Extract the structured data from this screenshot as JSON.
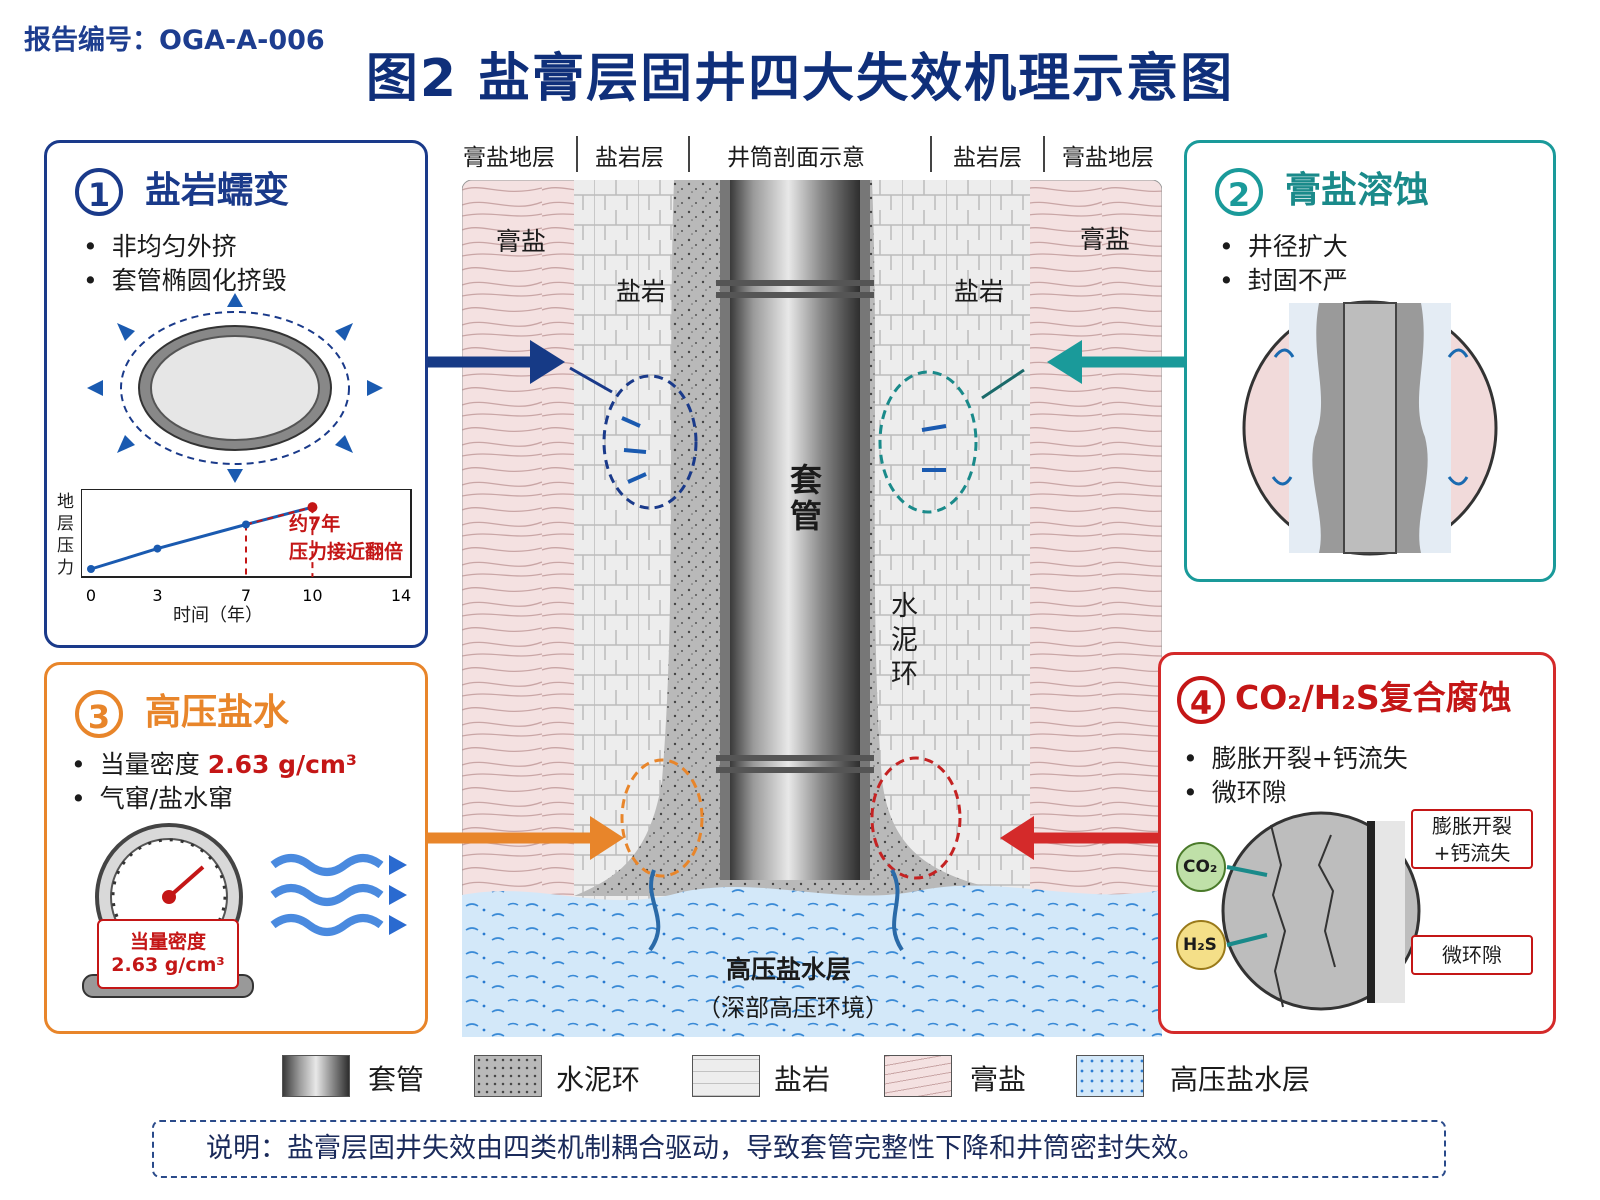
{
  "report_id": "报告编号：OGA-A-006",
  "title": "图2  盐膏层固井四大失效机理示意图",
  "wellbore": {
    "col_headers": [
      "膏盐地层",
      "盐岩层",
      "井筒剖面示意",
      "盐岩层",
      "膏盐地层"
    ],
    "labels": {
      "gypsum_left": "膏盐",
      "gypsum_right": "膏盐",
      "salt_left": "盐岩",
      "salt_right": "盐岩",
      "casing": "套管",
      "cement": "水泥环",
      "brine_layer": "高压盐水层",
      "brine_sub": "（深部高压环境）"
    }
  },
  "panels": {
    "creep": {
      "number": "1",
      "title": "盐岩蠕变",
      "bullets": [
        "非均匀外挤",
        "套管椭圆化挤毁"
      ],
      "chart": {
        "ylabel": "地层压力",
        "xlabel": "时间（年）",
        "x_ticks": [
          "0",
          "3",
          "7",
          "10",
          "14"
        ],
        "annotation": [
          "约7年",
          "压力接近翻倍"
        ]
      }
    },
    "dissolution": {
      "number": "2",
      "title": "膏盐溶蚀",
      "bullets": [
        "井径扩大",
        "封固不严"
      ]
    },
    "brine": {
      "number": "3",
      "title": "高压盐水",
      "bullets": [
        "当量密度 ",
        "气窜/盐水窜"
      ],
      "density_value": "2.63 g/cm³",
      "gauge_label": "当量密度",
      "gauge_value": "2.63 g/cm³"
    },
    "corrosion": {
      "number": "4",
      "title": "CO₂/H₂S复合腐蚀",
      "bullets": [
        "膨胀开裂+钙流失",
        "微环隙"
      ],
      "callouts": [
        "膨胀开裂\n+钙流失",
        "微环隙"
      ],
      "gases": [
        "CO₂",
        "H₂S"
      ]
    }
  },
  "chart_data": {
    "type": "line",
    "xlabel": "时间（年）",
    "ylabel": "地层压力",
    "x_ticks": [
      0,
      3,
      7,
      10,
      14
    ],
    "xlim": [
      0,
      14
    ],
    "series": [
      {
        "x": [
          0,
          3,
          7,
          10
        ],
        "y": [
          1.0,
          1.33,
          1.72,
          2.0
        ]
      }
    ],
    "annotation": "约7年 压力接近翻倍"
  },
  "legend": [
    "套管",
    "水泥环",
    "盐岩",
    "膏盐",
    "高压盐水层"
  ],
  "note": "说明：盐膏层固井失效由四类机制耦合驱动，导致套管完整性下降和井筒密封失效。",
  "colors": {
    "navy": "#1a3a8a",
    "teal": "#1a9a9a",
    "orange": "#e8852a",
    "red": "#d42a2a",
    "gypsum": "#f3dede",
    "salt": "#eeeeee",
    "brine": "#cfe4f7"
  }
}
